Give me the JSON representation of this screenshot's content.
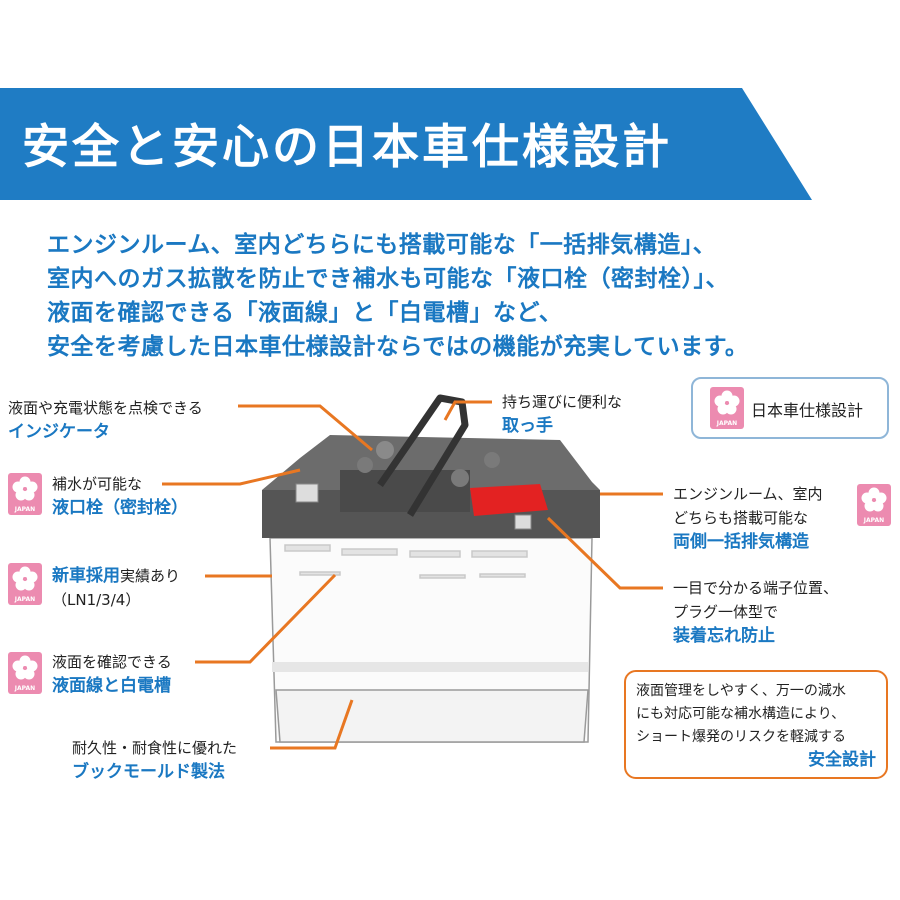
{
  "banner": {
    "title": "安全と安心の日本車仕様設計"
  },
  "intro": {
    "lines": [
      "エンジンルーム、室内どちらにも搭載可能な「一括排気構造」、",
      "室内へのガス拡散を防止でき補水も可能な「液口栓（密封栓）」、",
      "液面を確認できる「液面線」と「白電槽」など、",
      "安全を考慮した日本車仕様設計ならではの機能が充実しています。"
    ]
  },
  "badge_text": "JAPAN",
  "spec_box": {
    "label": "日本車仕様設計"
  },
  "callouts": {
    "indicator": {
      "text": "液面や充電状態を点検できる",
      "highlight": "インジケータ"
    },
    "plug": {
      "text": "補水が可能な",
      "highlight": "液口栓（密封栓）"
    },
    "adoption": {
      "highlight": "新車採用",
      "text": "実績あり",
      "sub": "（LN1/3/4）"
    },
    "level": {
      "text": "液面を確認できる",
      "highlight": "液面線と白電槽"
    },
    "mold": {
      "text": "耐久性・耐食性に優れた",
      "highlight": "ブックモールド製法"
    },
    "handle": {
      "text": "持ち運びに便利な",
      "highlight": "取っ手"
    },
    "exhaust": {
      "line1": "エンジンルーム、室内",
      "line2": "どちらも搭載可能な",
      "highlight": "両側一括排気構造"
    },
    "terminal": {
      "line1": "一目で分かる端子位置、",
      "line2": "プラグ一体型で",
      "highlight": "装着忘れ防止"
    }
  },
  "safety_box": {
    "lines": [
      "液面管理をしやすく、万一の減水",
      "にも対応可能な補水構造により、",
      "ショート爆発のリスクを軽減する"
    ],
    "highlight": "安全設計"
  },
  "colors": {
    "banner": "#1f7cc4",
    "accent_text": "#1a78c2",
    "leader": "#e87722",
    "badge": "#ec8bb0",
    "terminal_cover": "#e32222"
  }
}
